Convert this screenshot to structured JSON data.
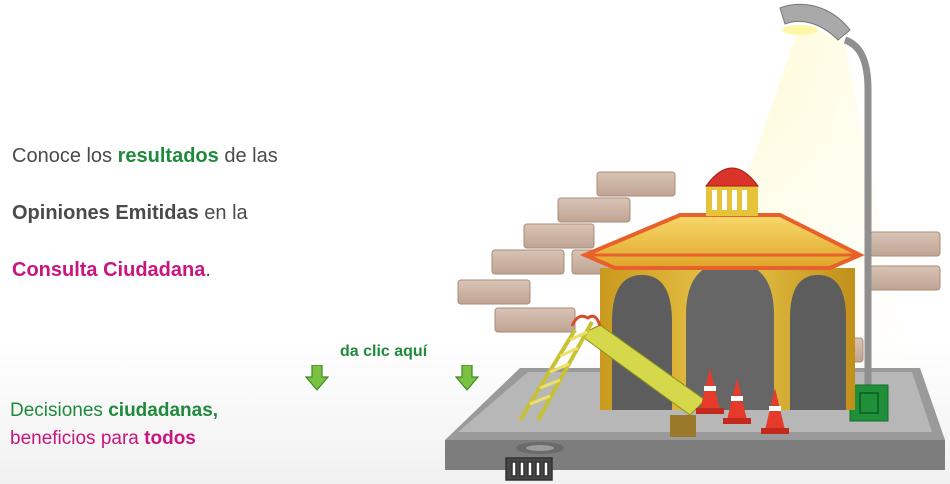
{
  "headline": {
    "line1": {
      "pre": "Conoce los ",
      "highlight": "resultados",
      "post": " de las"
    },
    "line2": {
      "highlight": "Opiniones Emitidas",
      "post": " en la"
    },
    "line3": {
      "highlight": "Consulta Ciudadana",
      "post": "."
    }
  },
  "cta": {
    "label": "da clic aquí"
  },
  "tagline": {
    "line1": {
      "pre": "Decisiones ",
      "highlight": "ciudadanas,"
    },
    "line2": {
      "pre": "beneficios para ",
      "highlight": "todos"
    }
  },
  "colors": {
    "green": "#1e8a3c",
    "magenta": "#c8157f",
    "text": "#4a4a4a"
  },
  "icons": {
    "arrow": "down-arrow-icon"
  }
}
